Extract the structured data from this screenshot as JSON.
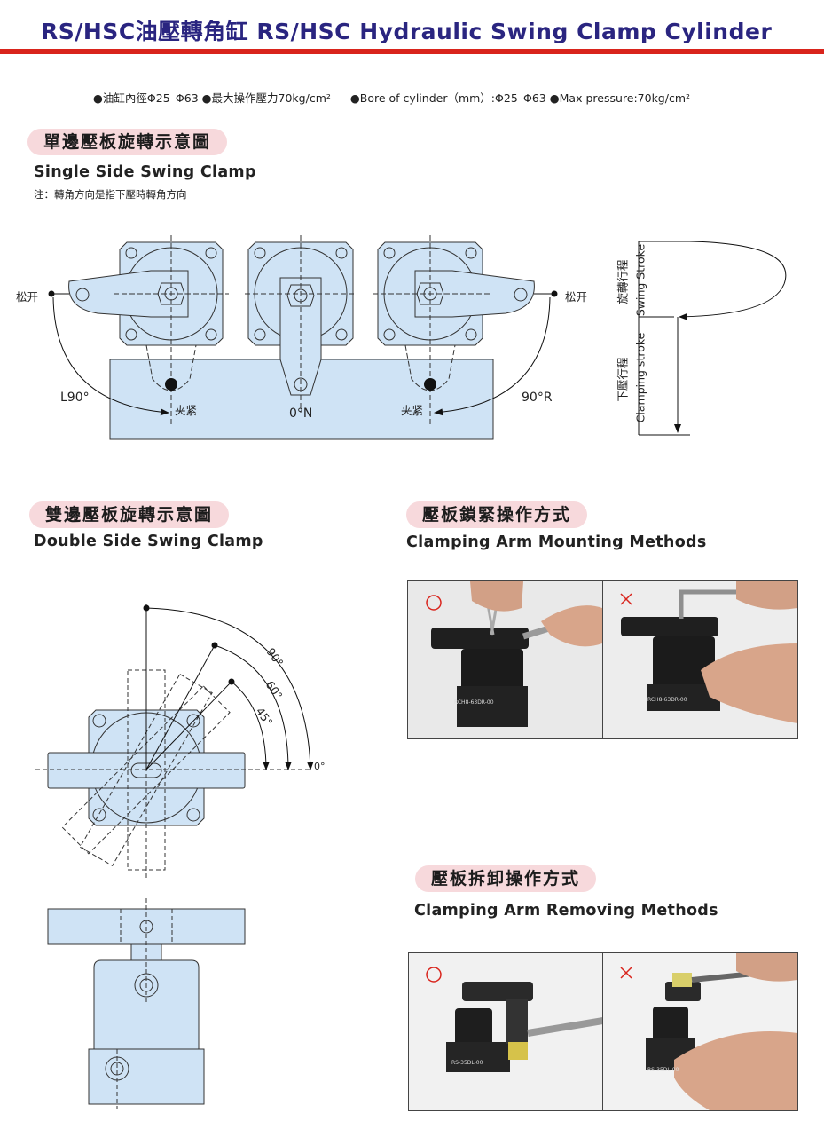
{
  "header": {
    "title": "RS/HSC油壓轉角缸 RS/HSC Hydraulic Swing Clamp Cylinder"
  },
  "specs": {
    "cn": "●油缸內徑Φ25–Φ63 ●最大操作壓力70kg/cm²",
    "en": "●Bore of cylinder（mm）:Φ25–Φ63 ●Max pressure:70kg/cm²"
  },
  "single": {
    "title_cn": "單邊壓板旋轉示意圖",
    "title_en": "Single Side Swing Clamp",
    "note": "注：轉角方向是指下壓時轉角方向",
    "labels": {
      "release_left": "松开",
      "release_right": "松开",
      "left_angle": "L90°",
      "right_angle": "90°R",
      "neutral": "0°N",
      "clamp_left": "夹紧",
      "clamp_right": "夹紧"
    },
    "stroke": {
      "swing_cn": "旋轉行程",
      "swing_en": "Swing Stroke",
      "clamp_cn": "下壓行程",
      "clamp_en": "Clamping stroke"
    }
  },
  "double": {
    "title_cn": "雙邊壓板旋轉示意圖",
    "title_en": "Double Side Swing Clamp",
    "angles": [
      "90°",
      "60°",
      "45°",
      "0°"
    ]
  },
  "mounting": {
    "title_cn": "壓板鎖緊操作方式",
    "title_en": "Clamping Arm Mounting Methods",
    "ok_mark": "○",
    "ng_mark": "×",
    "product_text": "RCH8-63DR-00"
  },
  "removing": {
    "title_cn": "壓板拆卸操作方式",
    "title_en": "Clamping Arm Removing Methods",
    "ok_mark": "○",
    "ng_mark": "×",
    "product_text": "RS-35DL-00"
  },
  "colors": {
    "title": "#2a2580",
    "rule": "#d9241c",
    "pill": "#f7d9dc",
    "part_fill": "#cfe3f5",
    "mark_red": "#d9241c"
  }
}
